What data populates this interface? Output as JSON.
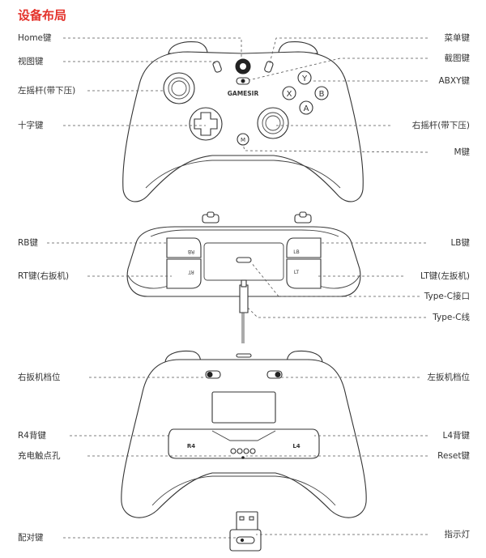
{
  "title": "设备布局",
  "front": {
    "labels_left": [
      "Home键",
      "视图键",
      "左摇杆(带下压)",
      "十字键"
    ],
    "labels_right": [
      "菜单键",
      "截图键",
      "ABXY键",
      "右摇杆(带下压)",
      "M键"
    ],
    "logo": "GAMESIR",
    "m_key": "M",
    "abxy": [
      "Y",
      "X",
      "B",
      "A"
    ]
  },
  "top": {
    "labels_left": [
      "RB键",
      "RT键(右扳机)"
    ],
    "labels_right": [
      "LB键",
      "LT键(左扳机)",
      "Type-C接口",
      "Type-C线"
    ],
    "trigger_marks": [
      "RB",
      "RT",
      "LB",
      "LT"
    ]
  },
  "back": {
    "labels_left": [
      "右扳机档位",
      "R4背键",
      "充电触点孔"
    ],
    "labels_right": [
      "左扳机档位",
      "L4背键",
      "Reset键"
    ],
    "paddle_marks": [
      "R4",
      "L4"
    ]
  },
  "dongle": {
    "label_left": "配对键",
    "label_right": "指示灯"
  }
}
